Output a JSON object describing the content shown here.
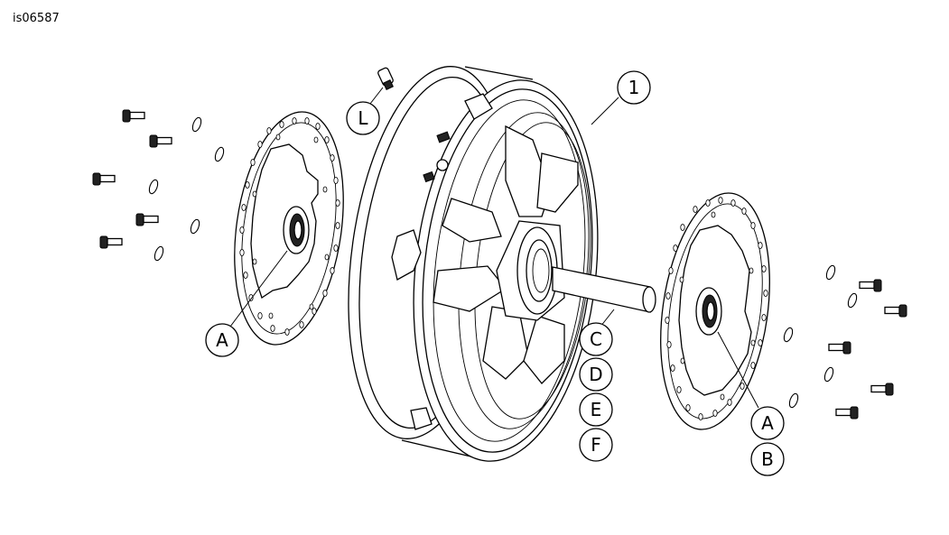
{
  "figure_id": "is06587",
  "callouts": {
    "part_1": "1",
    "L": "L",
    "A_left": "A",
    "C": "C",
    "D": "D",
    "E": "E",
    "F": "F",
    "A_right": "A",
    "B": "B"
  }
}
